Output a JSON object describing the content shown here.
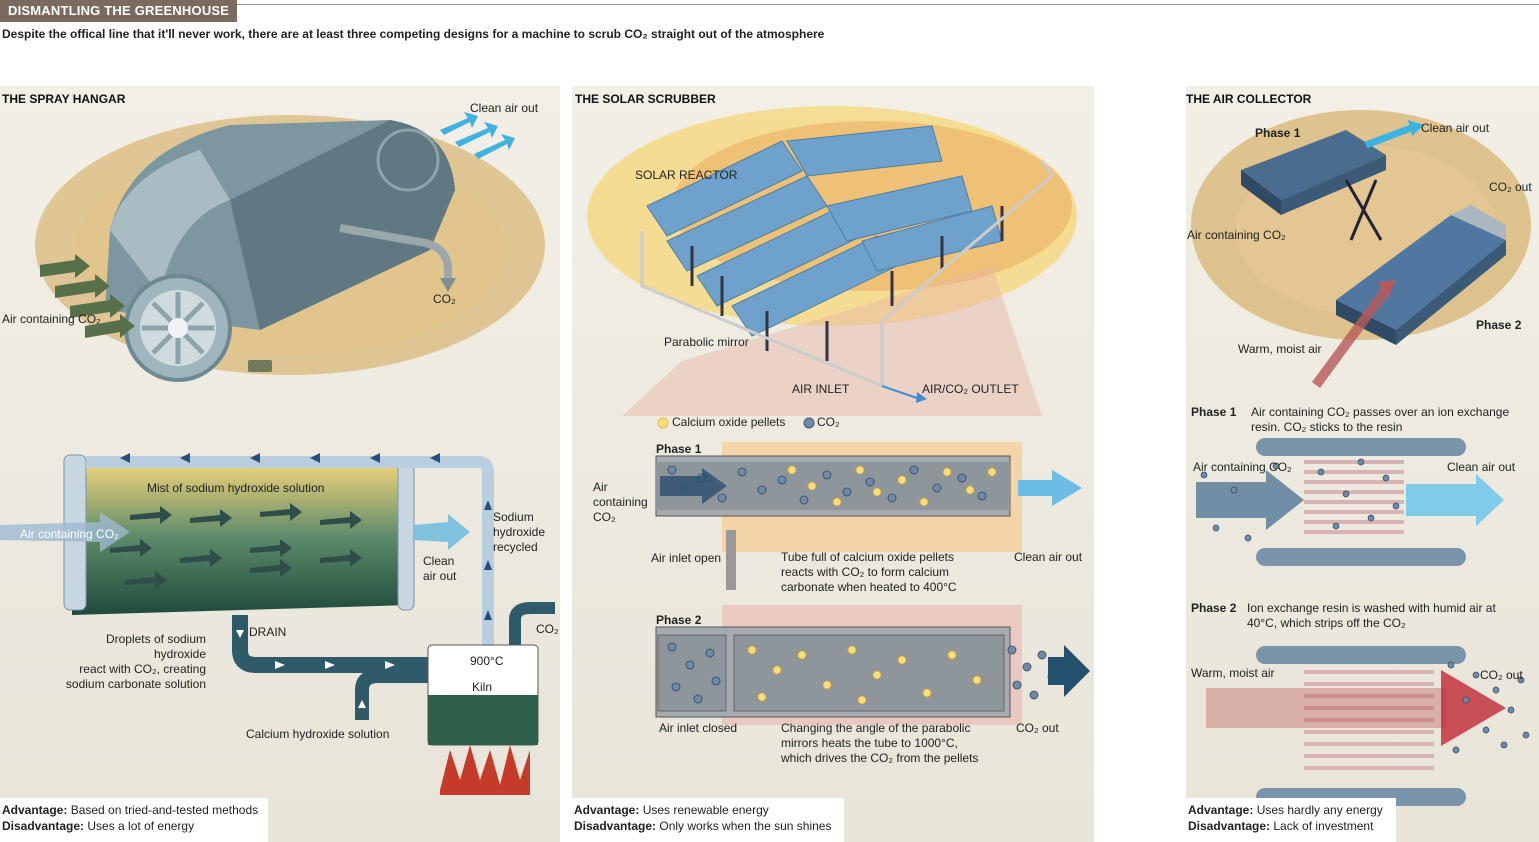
{
  "header": {
    "title": "DISMANTLING THE GREENHOUSE",
    "subtitle": "Despite the offical line that it'll never work, there are at least three competing designs for a machine to scrub CO₂ straight out of the atmosphere"
  },
  "spray": {
    "title": "THE SPRAY HANGAR",
    "clean_air_out": "Clean air out",
    "co2": "CO₂",
    "air_containing": "Air containing CO₂",
    "mist": "Mist of sodium hydroxide solution",
    "air_containing2": "Air containing CO₂",
    "clean_air_out2": "Clean\nair out",
    "sodium_recycled": "Sodium\nhydroxide\nrecycled",
    "drain": "DRAIN",
    "droplets": "Droplets of sodium hydroxide\nreact with CO₂, creating\nsodium carbonate solution",
    "temp": "900°C",
    "kiln": "Kiln",
    "co2_out": "CO₂",
    "calcium": "Calcium hydroxide solution",
    "advantage_label": "Advantage:",
    "advantage": "Based on tried-and-tested methods",
    "disadvantage_label": "Disadvantage:",
    "disadvantage": "Uses a lot of energy"
  },
  "solar": {
    "title": "THE SOLAR SCRUBBER",
    "reactor": "SOLAR REACTOR",
    "mirror": "Parabolic mirror",
    "inlet": "AIR INLET",
    "outlet": "AIR/CO₂ OUTLET",
    "legend_pellets": "Calcium oxide pellets",
    "legend_co2": "CO₂",
    "phase1": "Phase 1",
    "air_containing": "Air\ncontaining\nCO₂",
    "inlet_open": "Air inlet open",
    "tube_text": "Tube full of calcium oxide pellets\nreacts with CO₂ to form calcium\ncarbonate when heated to 400°C",
    "clean_air_out": "Clean air out",
    "phase2": "Phase 2",
    "inlet_closed": "Air inlet closed",
    "angle_text": "Changing the angle of the parabolic\nmirrors heats the tube to 1000°C,\nwhich drives the CO₂ from the pellets",
    "co2_out": "CO₂ out",
    "advantage_label": "Advantage:",
    "advantage": "Uses renewable energy",
    "disadvantage_label": "Disadvantage:",
    "disadvantage": "Only works when the sun shines"
  },
  "collector": {
    "title": "THE AIR COLLECTOR",
    "phase1_tag": "Phase 1",
    "clean_air_out": "Clean air out",
    "co2_out": "CO₂ out",
    "air_containing": "Air containing CO₂",
    "phase2_tag": "Phase 2",
    "warm_moist": "Warm, moist air",
    "p1_label": "Phase 1",
    "p1_text": "Air containing CO₂ passes over an ion exchange\nresin. CO₂ sticks to the resin",
    "p1_air": "Air containing CO₂",
    "p1_clean": "Clean air out",
    "p2_label": "Phase 2",
    "p2_text": "Ion exchange resin is washed with humid air at\n40°C, which strips off the CO₂",
    "p2_warm": "Warm, moist air",
    "p2_co2": "CO₂ out",
    "advantage_label": "Advantage:",
    "advantage": "Uses hardly any energy",
    "disadvantage_label": "Disadvantage:",
    "disadvantage": "Lack of investment"
  }
}
